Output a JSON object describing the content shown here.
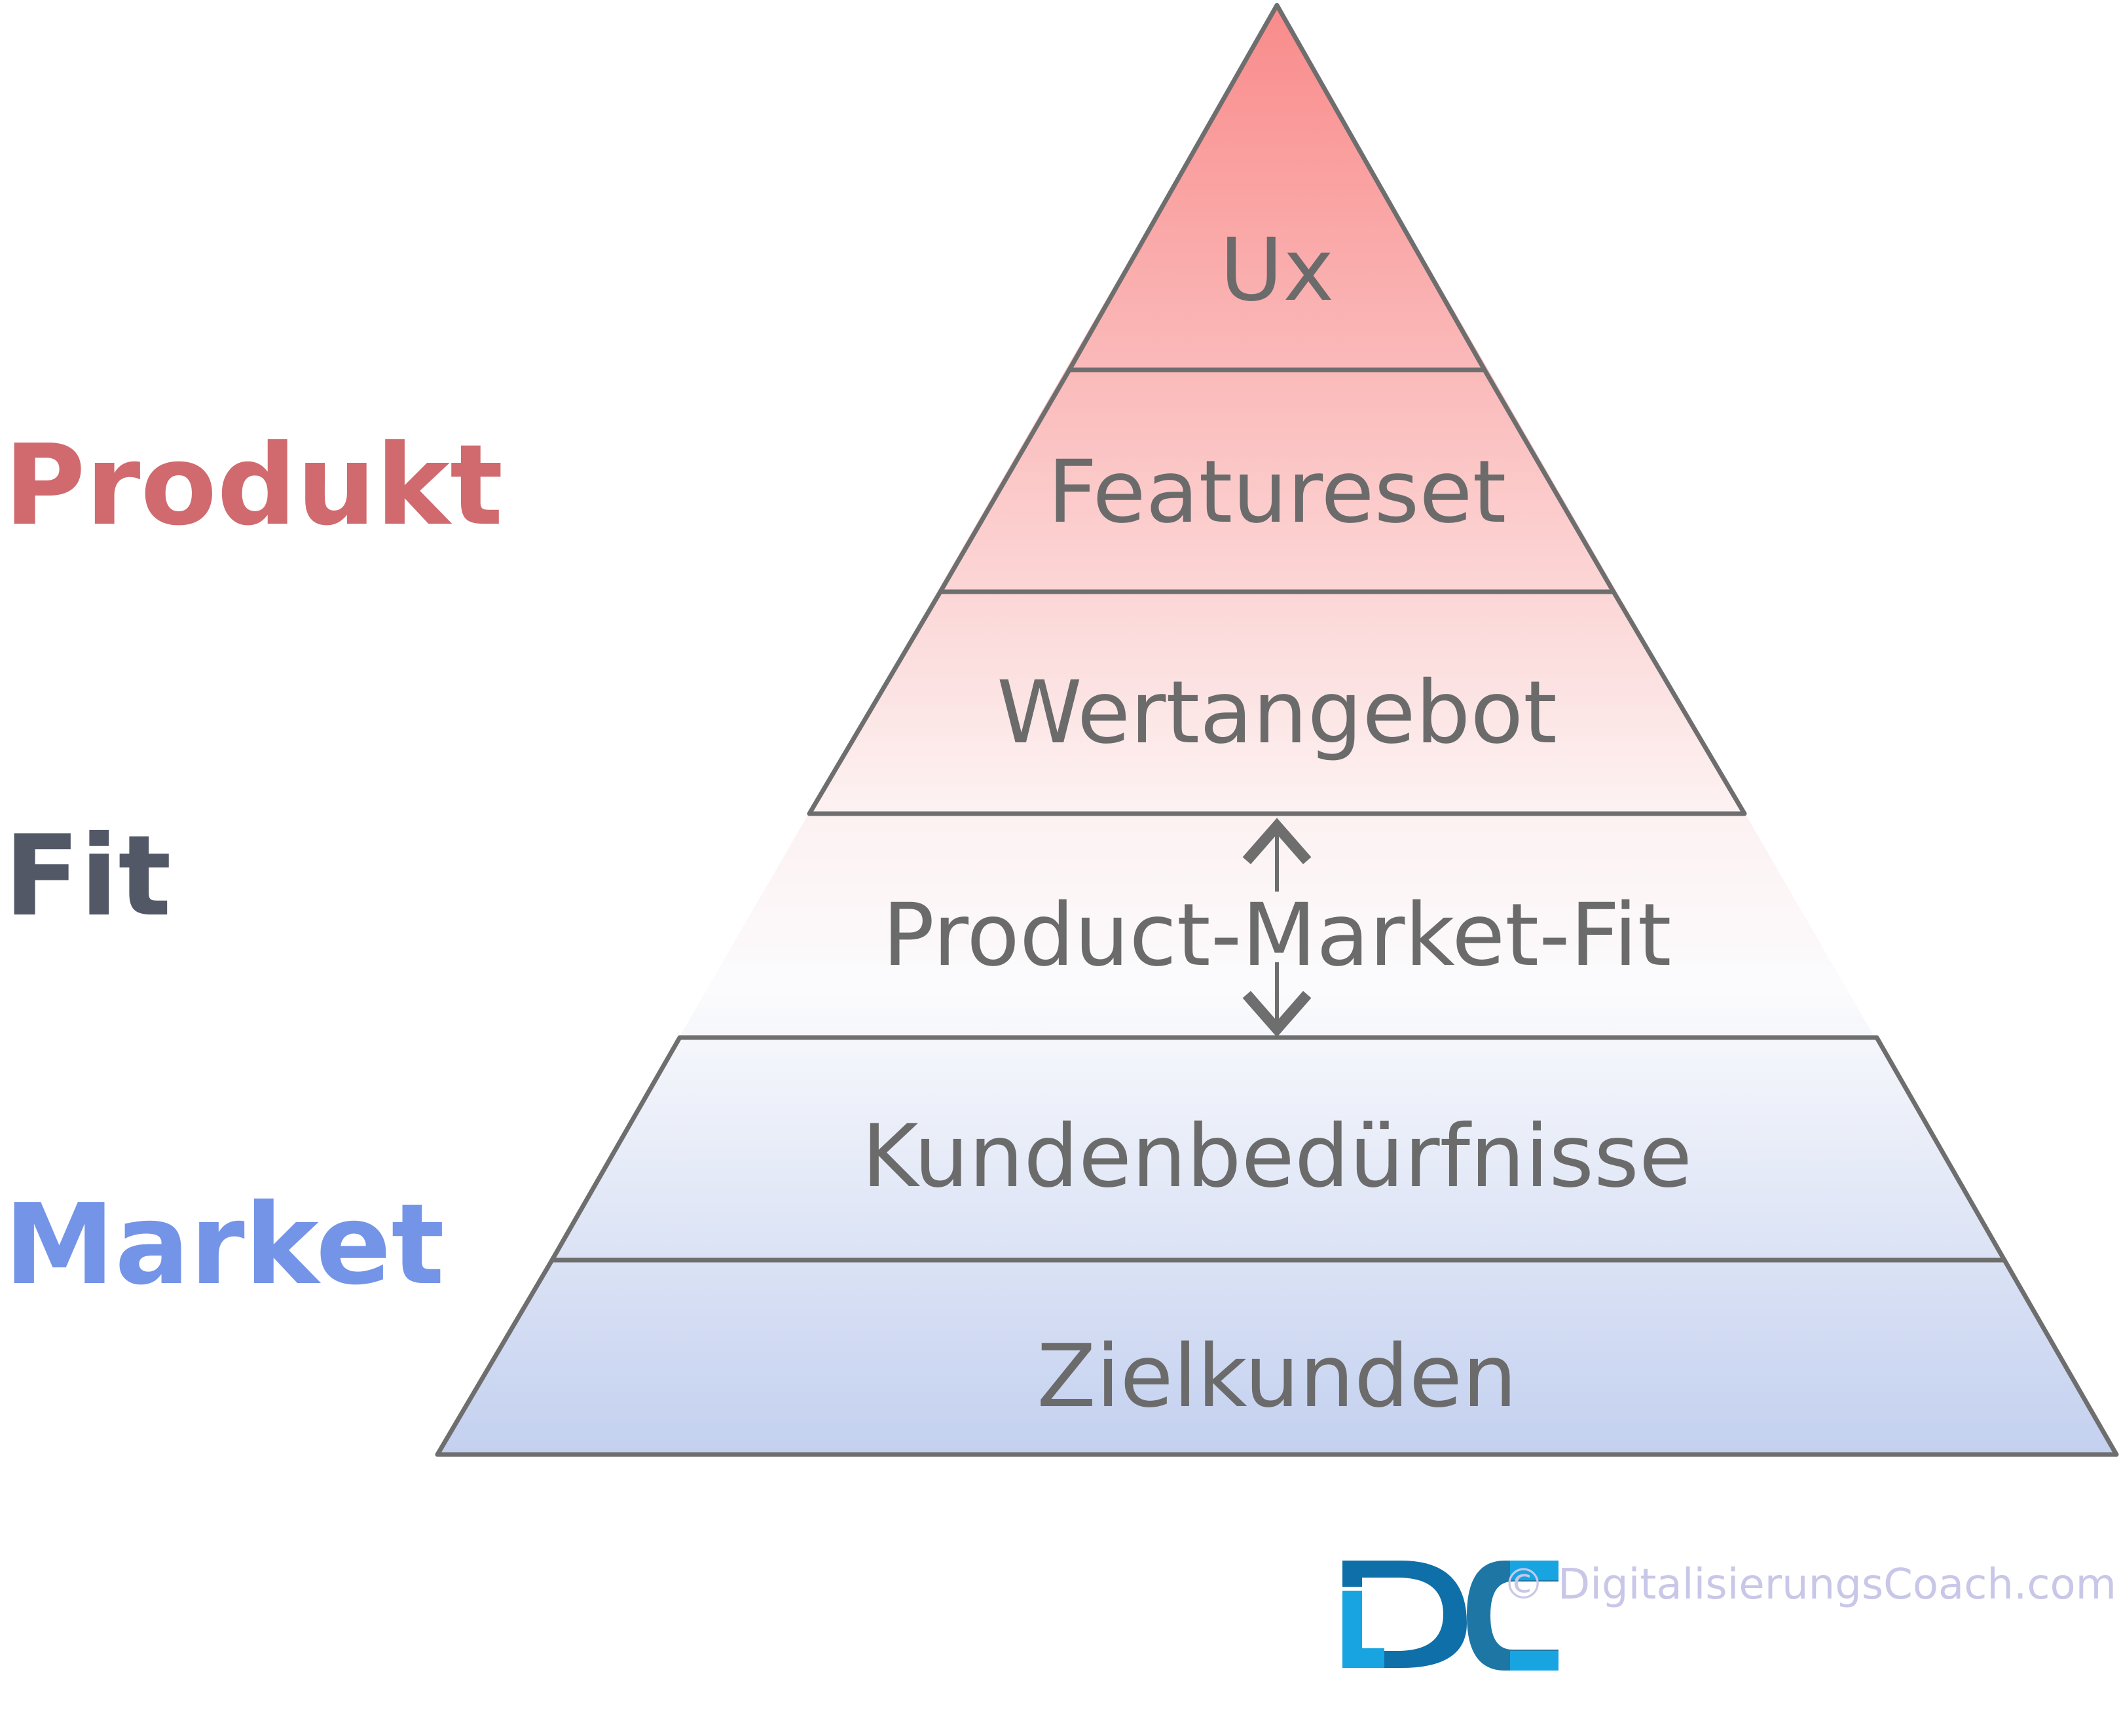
{
  "side_labels": [
    {
      "text": "Produkt",
      "color": "#d06a6e"
    },
    {
      "text": "Fit",
      "color": "#525866"
    },
    {
      "text": "Market",
      "color": "#7494e8"
    }
  ],
  "pyramid_layers": [
    "Ux",
    "Featureset",
    "Wertangebot",
    "Product-Market-Fit",
    "Kundenbedürfnisse",
    "Zielkunden"
  ],
  "colors": {
    "top": "#f98b8b",
    "middle": "#ffffff",
    "bottom": "#c3d0ef",
    "outline": "#6e6e6e",
    "layer_text": "#6b6b6b"
  },
  "logo": {
    "letters": "DC",
    "icon": "dc-logo",
    "colors": [
      "#0f6fa8",
      "#18a4e0",
      "#1d76a4"
    ]
  },
  "copyright": "© DigitalisierungsCoach.com",
  "fit_arrow_icon": "double-arrow-vertical-icon"
}
